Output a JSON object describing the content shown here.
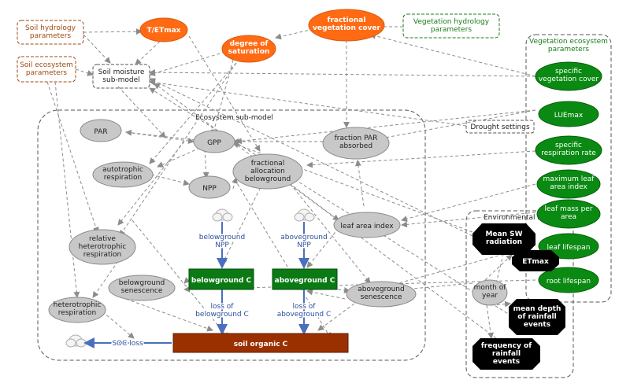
{
  "colors": {
    "gray": "#c8c8c8",
    "orange": "#ff6a13",
    "green": "#0a8a12",
    "dark_green_box": "#0b7a14",
    "black": "#000000",
    "soil_brown": "#9a3000",
    "flux_blue": "#4a6fbf",
    "soil_param_brown": "#a04a10",
    "veg_green_text": "#1b7d1b"
  },
  "groups": {
    "ecosystem_submodel": "Ecosystem sub-model",
    "vegetation_ecosystem_parameters": "Vegetation ecosystem\nparameters",
    "environmental_inputs": "Environmental inputs"
  },
  "param_boxes": {
    "soil_hydrology": "Soil hydrology\nparameters",
    "soil_ecosystem": "Soil ecosystem\nparameters",
    "vegetation_hydrology": "Vegetation hydrology\nparameters",
    "soil_moisture_submodel": "Soil moisture\nsub-model",
    "drought_settings": "Drought settings"
  },
  "orange_nodes": {
    "t_etmax": "T/ETmax",
    "degree_of_saturation": "degree of\nsaturation",
    "fractional_vegetation_cover": "fractional\nvegetation cover"
  },
  "gray_nodes": {
    "par": "PAR",
    "gpp": "GPP",
    "fraction_par_absorbed": "fraction PAR\nabsorbed",
    "autotrophic_respiration": "autotrophic\nrespiration",
    "npp": "NPP",
    "fractional_allocation_belowground": "fractional\nallocation\nbelowground",
    "leaf_area_index": "leaf area index",
    "relative_heterotrophic_respiration": "relative\nheterotrophic\nrespiration",
    "belowground_senescence": "belowground\nsenescence",
    "aboveground_senescence": "aboveground\nsenescence",
    "heterotrophic_respiration": "heterotrophic\nrespiration",
    "month_of_year": "month of\nyear"
  },
  "green_nodes": {
    "specific_vegetation_cover": "specific\nvegetation cover",
    "lue_max": "LUEmax",
    "specific_respiration_rate": "specific\nrespiration rate",
    "maximum_leaf_area_index": "maximum leaf\narea index",
    "leaf_mass_per_area": "leaf mass per\narea",
    "leaf_lifespan": "leaf lifespan",
    "root_lifespan": "root lifespan"
  },
  "pools": {
    "belowground_c": "belowground C",
    "aboveground_c": "aboveground C",
    "soil_organic_c": "soil organic C"
  },
  "fluxes": {
    "belowground_npp": "belowground\nNPP",
    "aboveground_npp": "aboveground\nNPP",
    "loss_belowground": "loss of\nbelowground C",
    "loss_aboveground": "loss of\naboveground C",
    "soc_loss": "SOC loss"
  },
  "black_nodes": {
    "mean_sw_radiation": "Mean SW\nradiation",
    "etmax": "ETmax",
    "mean_depth_rainfall": "mean depth\nof rainfall\nevents",
    "frequency_rainfall": "frequency of\nrainfall\nevents"
  }
}
